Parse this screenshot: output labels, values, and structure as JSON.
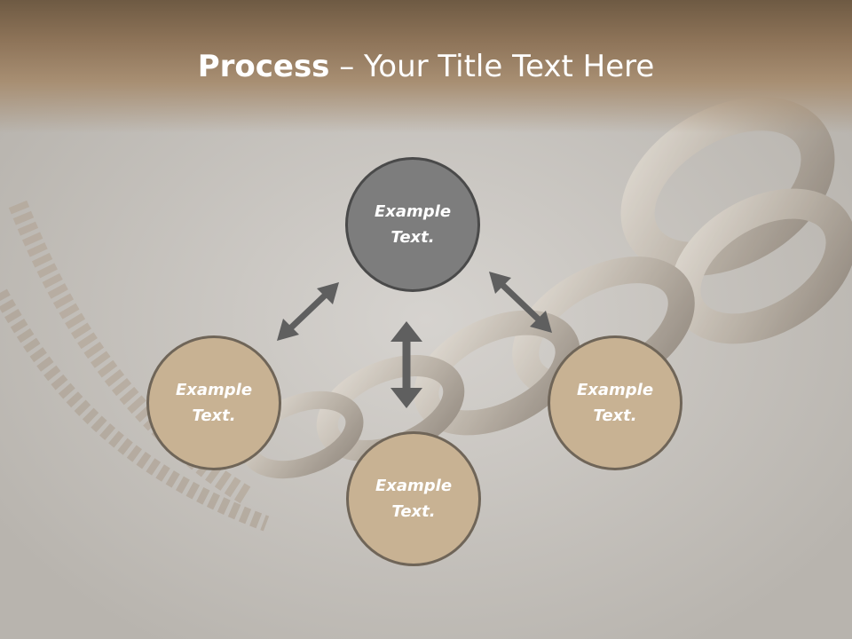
{
  "slide": {
    "title_bold": "Process",
    "title_rest": " – Your Title Text Here"
  },
  "nodes": {
    "top": "Example Text.",
    "left": "Example Text.",
    "right": "Example Text.",
    "bottom": "Example Text."
  },
  "colors": {
    "title_band": "#8d7358",
    "node_fill": "#c8b293",
    "center_fill": "#7d7d7d",
    "arrow": "#5f5f5f"
  }
}
